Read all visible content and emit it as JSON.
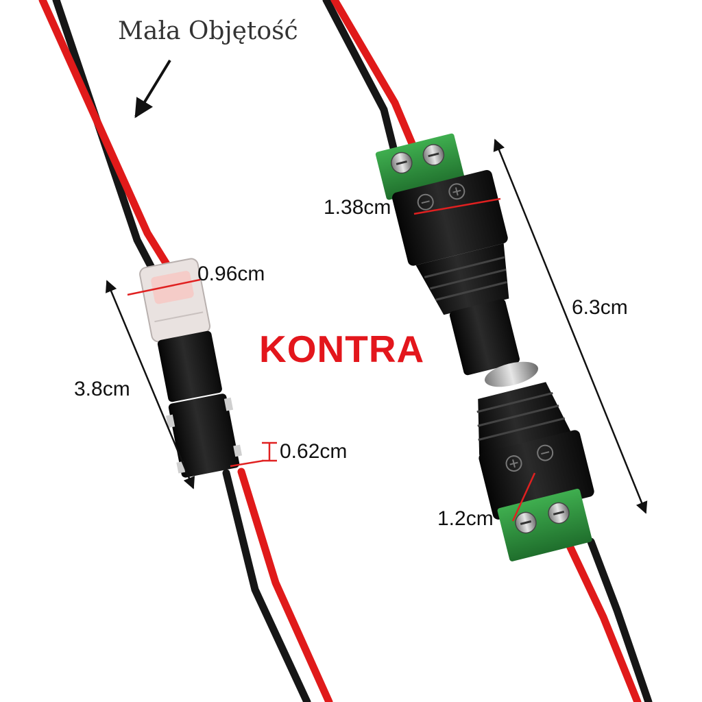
{
  "title": "Mała Objętość",
  "versus_label": "KONTRA",
  "colors": {
    "wire_red": "#e01a1a",
    "wire_black": "#161616",
    "terminal_green": "#2f8f3e",
    "accent_red": "#e3161c",
    "dimension_red": "#e02020"
  },
  "small_connector": {
    "length": "3.8cm",
    "head_width": "0.96cm",
    "tail_width": "0.62cm"
  },
  "dc_connector": {
    "length": "6.3cm",
    "top_terminal_width": "1.38cm",
    "bottom_terminal_width": "1.2cm"
  }
}
